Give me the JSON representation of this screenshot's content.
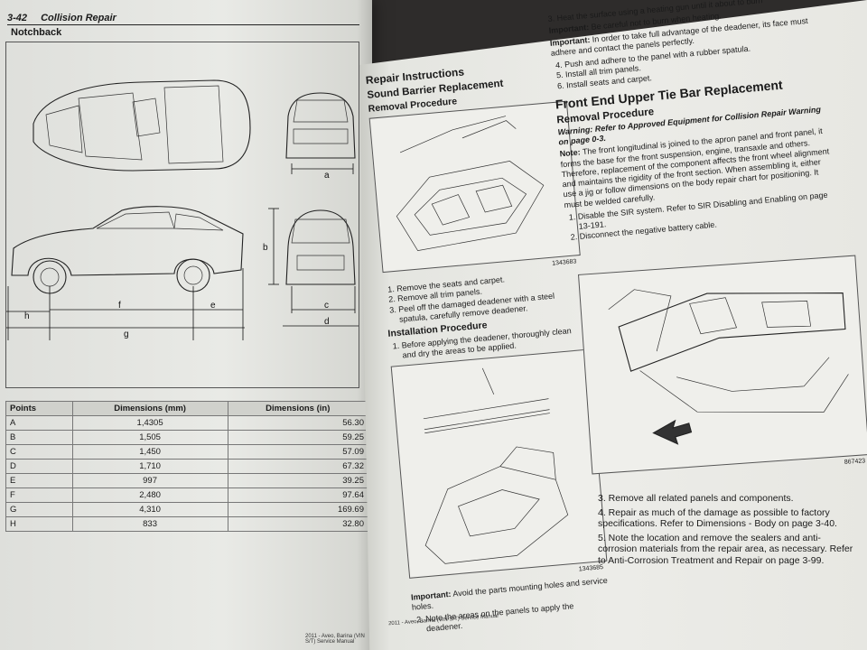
{
  "left_page": {
    "page_number": "3-42",
    "section": "Collision Repair",
    "subtitle": "Notchback",
    "dim_letters": {
      "a": "a",
      "b": "b",
      "c": "c",
      "d": "d",
      "e": "e",
      "f": "f",
      "g": "g",
      "h": "h"
    },
    "table": {
      "headers": [
        "Points",
        "Dimensions (mm)",
        "Dimensions (in)"
      ],
      "rows": [
        [
          "A",
          "1,4305",
          "56.30"
        ],
        [
          "B",
          "1,505",
          "59.25"
        ],
        [
          "C",
          "1,450",
          "57.09"
        ],
        [
          "D",
          "1,710",
          "67.32"
        ],
        [
          "E",
          "997",
          "39.25"
        ],
        [
          "F",
          "2,480",
          "97.64"
        ],
        [
          "G",
          "4,310",
          "169.69"
        ],
        [
          "H",
          "833",
          "32.80"
        ]
      ]
    },
    "footer": "2011 - Aveo, Barina (VIN S/T) Service Manual"
  },
  "right_page": {
    "col1": {
      "title": "Repair Instructions",
      "heading": "Sound Barrier Replacement",
      "subheading": "Removal Procedure",
      "fig1_id": "1343683",
      "steps": [
        "Remove the seats and carpet.",
        "Remove all trim panels.",
        "Peel off the damaged deadener with a steel spatula, carefully remove deadener."
      ],
      "install_heading": "Installation Procedure",
      "install_steps": [
        "Before applying the deadener, thoroughly clean and dry the areas to be applied."
      ],
      "fig2_id": "1343685",
      "important_label": "Important:",
      "important_text": "Avoid the parts mounting holes and service holes.",
      "step2": "Note the areas on the panels to apply the deadener.",
      "footer": "2011 - Aveo, Barina (VIN S/T) Service Manual"
    },
    "col2": {
      "top_step": "Heat the surface using a heating gun until it about to burn",
      "top_step_cont": "when heating.",
      "imp1_label": "Important:",
      "imp1_text": "Be careful not to burn",
      "imp2_label": "Important:",
      "imp2_text": "In order to take full advantage of the deadener, its face must adhere and contact the panels perfectly.",
      "steps": [
        "Push and adhere to the panel with a rubber spatula.",
        "Install all trim panels.",
        "Install seats and carpet."
      ],
      "big_heading": "Front End Upper Tie Bar Replacement",
      "removal_heading": "Removal Procedure",
      "warning": "Warning: Refer to Approved Equipment for Collision Repair Warning on page 0-3.",
      "note_label": "Note:",
      "note_text": "The front longitudinal is joined to the apron panel and front panel, it forms the base for the front suspension, engine, transaxle and others. Therefore, replacement of the component affects the front wheel alignment and maintains the rigidity of the front section. When assembling it, either use a jig or follow dimensions on the body repair chart for positioning. It must be welded carefully.",
      "steps2": [
        "Disable the SIR system. Refer to SIR Disabling and Enabling on page 13-191.",
        "Disconnect the negative battery cable."
      ],
      "fig_id": "867423"
    },
    "bottom_steps": [
      "3. Remove all related panels and components.",
      "4. Repair as much of the damage as possible to factory specifications. Refer to Dimensions - Body on page 3-40.",
      "5. Note the location and remove the sealers and anti-corrosion materials from the repair area, as necessary. Refer to Anti-Corrosion Treatment and Repair on page 3-99."
    ]
  }
}
